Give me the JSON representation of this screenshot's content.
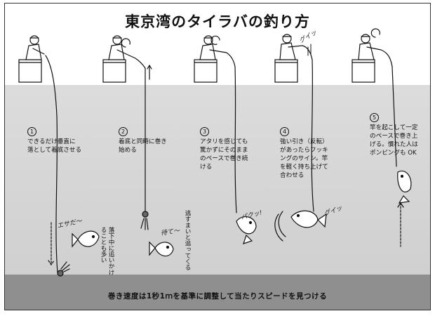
{
  "title": "東京湾のタイラバの釣り方",
  "steps": [
    {
      "num": "1",
      "lines": [
        "できるだけ垂直に",
        "落として着底させる"
      ]
    },
    {
      "num": "2",
      "lines": [
        "着底と同時に巻き",
        "始める"
      ]
    },
    {
      "num": "3",
      "lines": [
        "アタリを感じても",
        "驚かずにそのまま",
        "のペースで巻き続",
        "ける"
      ]
    },
    {
      "num": "4",
      "lines": [
        "強い引き（反転）",
        "があったらフッキ",
        "ングのサイン。竿",
        "を軽く持ち上げて",
        "合わせる"
      ]
    },
    {
      "num": "5",
      "lines": [
        "竿を起こして一定",
        "のペースで巻き上",
        "げる。慣れた人は",
        "ポンピングも OK"
      ]
    }
  ],
  "notes": {
    "chase_note": [
      "落下中に追いかけ",
      "ることも多い"
    ],
    "follow_note": [
      "逃すまいと追ってくる"
    ]
  },
  "sfx": {
    "esa": "エサだ〜",
    "matte": "待て〜",
    "paku": "パクッ!",
    "gui_top": "グイッ",
    "gui_bottom": "グイッ"
  },
  "footer": "巻き速度は1秒1ｍを基準に調整して当たりスピードを見つける",
  "colors": {
    "water": "#d4d4d4",
    "seabed": "#8f8f8f",
    "ink": "#111111"
  }
}
